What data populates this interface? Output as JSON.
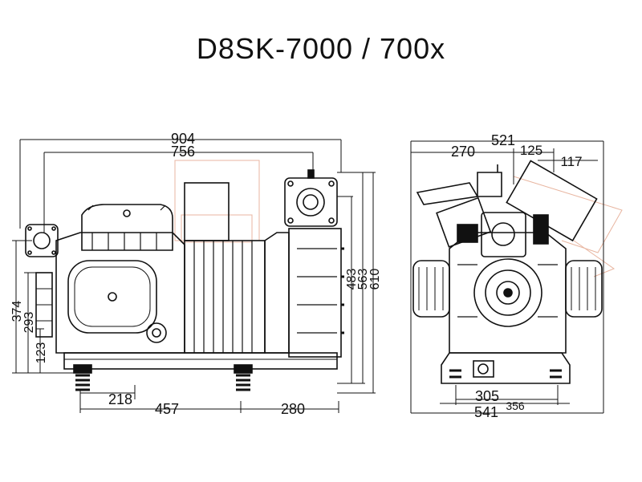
{
  "title": "D8SK-7000 / 700x",
  "side_view": {
    "dims": {
      "overall_length": "904",
      "length_2": "756",
      "height_483": "483",
      "height_563": "563",
      "height_610": "610",
      "height_374": "374",
      "height_293": "293",
      "height_123": "123",
      "foot_218": "218",
      "foot_457": "457",
      "foot_280": "280"
    }
  },
  "front_view": {
    "dims": {
      "overall_width": "521",
      "left_270": "270",
      "mid_125": "125",
      "right_117": "117",
      "base_305": "305",
      "base_356": "356",
      "base_541": "541"
    }
  },
  "colors": {
    "line": "#111111",
    "ghost": "#e8b5a0"
  }
}
